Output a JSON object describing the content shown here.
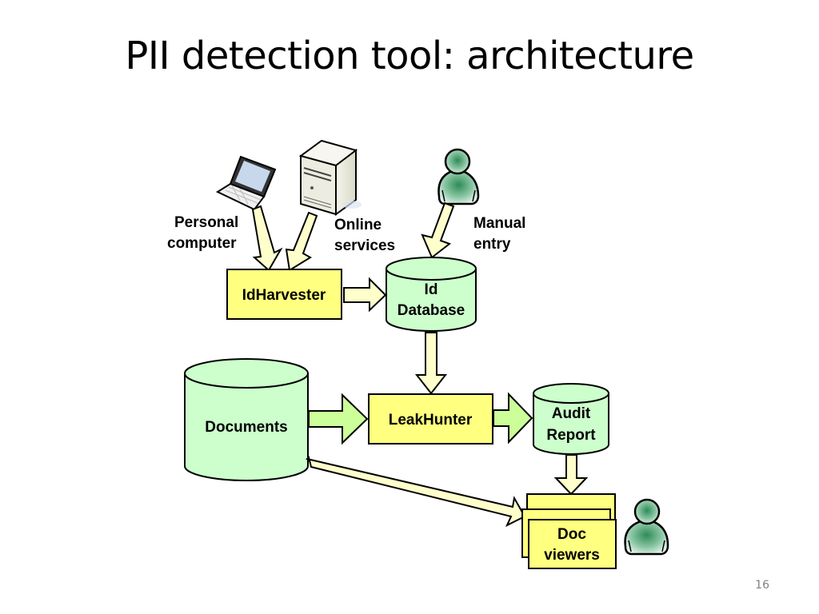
{
  "slide": {
    "title": "PII detection tool: architecture",
    "page_number": "16"
  },
  "sources": {
    "personal_computer": {
      "icon": "laptop-icon",
      "label_line1": "Personal",
      "label_line2": "computer"
    },
    "online_services": {
      "icon": "server-icon",
      "label_line1": "Online",
      "label_line2": "services"
    },
    "manual_entry": {
      "icon": "user-icon",
      "label_line1": "Manual",
      "label_line2": "entry"
    }
  },
  "nodes": {
    "idharvester": {
      "label": "IdHarvester",
      "shape": "process-box"
    },
    "id_database": {
      "label_line1": "Id",
      "label_line2": "Database",
      "shape": "cylinder"
    },
    "documents": {
      "label": "Documents",
      "shape": "cylinder"
    },
    "leakhunter": {
      "label": "LeakHunter",
      "shape": "process-box"
    },
    "audit_report": {
      "label_line1": "Audit",
      "label_line2": "Report",
      "shape": "cylinder"
    },
    "doc_viewers": {
      "label_line1": "Doc",
      "label_line2": "viewers",
      "shape": "stacked-boxes",
      "user_icon": "user-icon"
    }
  },
  "edges": [
    {
      "from": "personal_computer",
      "to": "idharvester"
    },
    {
      "from": "online_services",
      "to": "idharvester"
    },
    {
      "from": "manual_entry",
      "to": "id_database"
    },
    {
      "from": "idharvester",
      "to": "id_database"
    },
    {
      "from": "id_database",
      "to": "leakhunter"
    },
    {
      "from": "documents",
      "to": "leakhunter"
    },
    {
      "from": "leakhunter",
      "to": "audit_report"
    },
    {
      "from": "audit_report",
      "to": "doc_viewers"
    },
    {
      "from": "documents",
      "to": "doc_viewers"
    }
  ],
  "colors": {
    "process_fill": "#ffff80",
    "store_fill": "#ccffcc",
    "arrow_light_fill": "#ffffcc",
    "arrow_green_fill": "#ccff99",
    "user_fill": "#3c9a6a",
    "outline": "#000000"
  }
}
